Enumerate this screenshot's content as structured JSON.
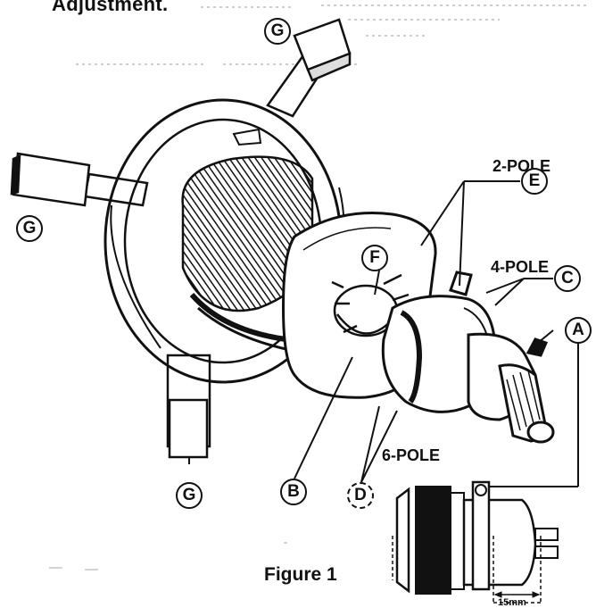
{
  "heading": "Adjustment.",
  "labels": {
    "two_pole": "2-POLE",
    "four_pole": "4-POLE",
    "six_pole": "6-POLE"
  },
  "callouts": {
    "g_top": "G",
    "g_left": "G",
    "g_bottom": "G",
    "e": "E",
    "c": "C",
    "a": "A",
    "f": "F",
    "b": "B",
    "d": "D"
  },
  "dimension": "15mm",
  "caption": "Figure 1"
}
